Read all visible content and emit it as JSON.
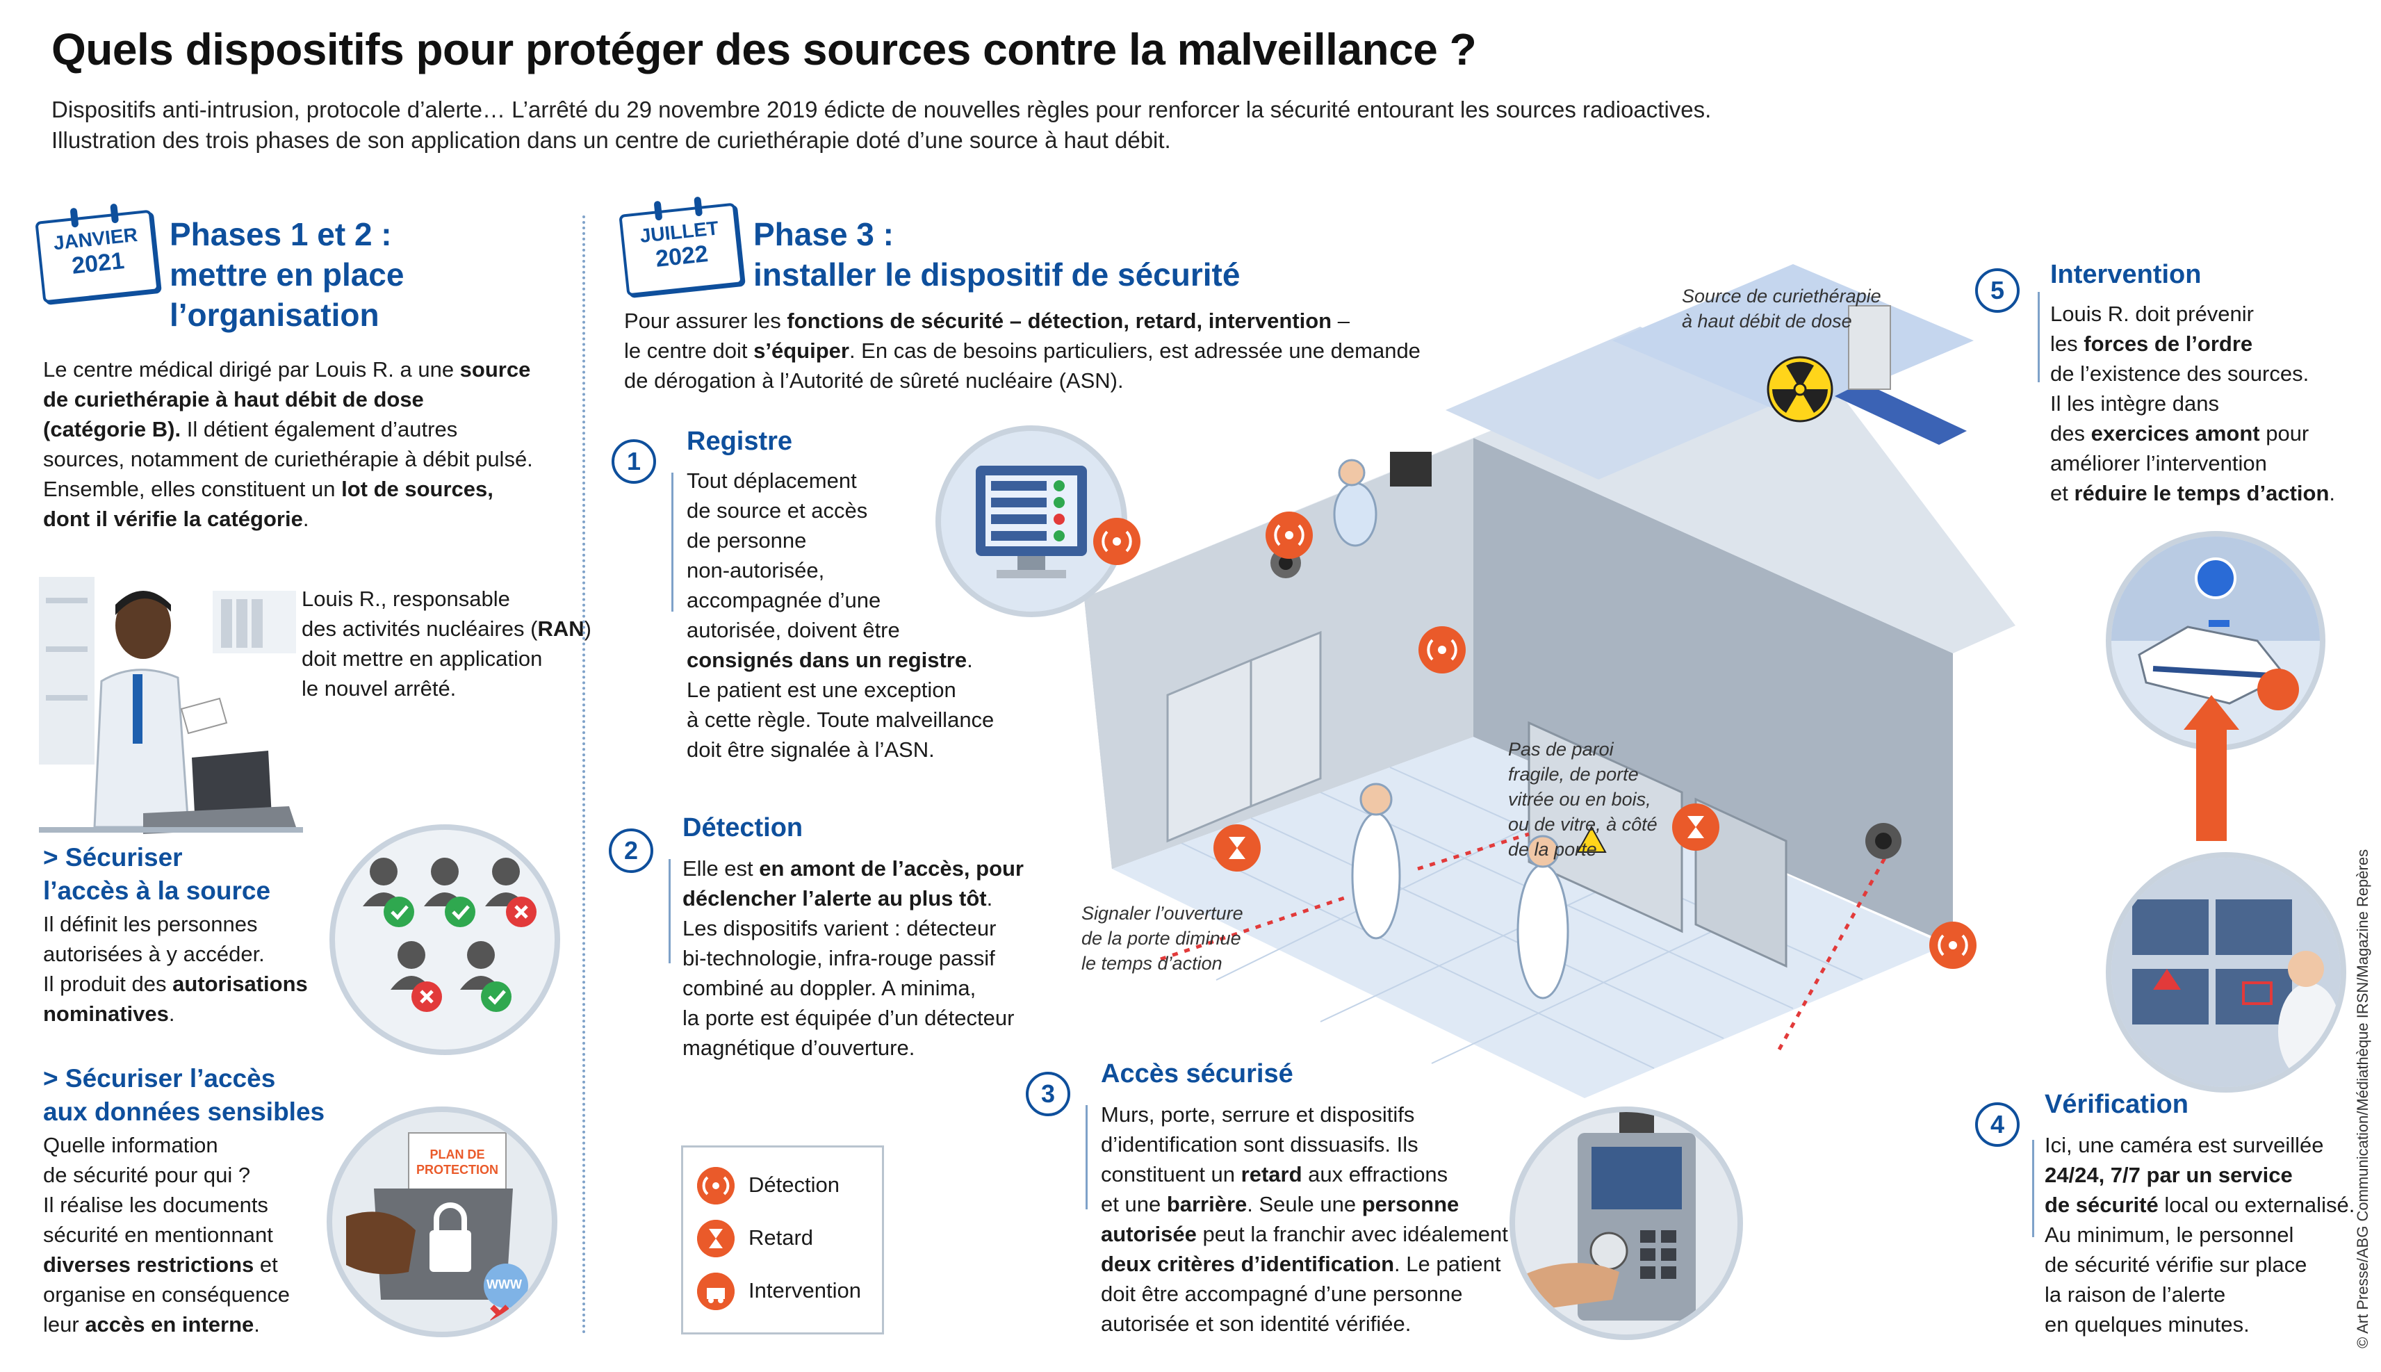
{
  "title": "Quels dispositifs pour protéger des sources contre la malveillance ?",
  "lead": {
    "line1": "Dispositifs anti-intrusion, protocole d’alerte… L’arrêté du 29 novembre 2019 édicte de nouvelles règles pour renforcer la sécurité entourant les sources radioactives.",
    "line2": "Illustration des trois phases de son application dans un centre de curiethérapie doté d’une source à haut débit."
  },
  "phase12": {
    "cal_month": "JANVIER",
    "cal_year": "2021",
    "heading": [
      "Phases 1 et 2 :",
      "mettre en place",
      "l’organisation"
    ],
    "intro": [
      [
        "Le centre médical dirigé par Louis R. a une ",
        "source"
      ],
      [
        "de curiethérapie à haut débit de dose"
      ],
      [
        "(catégorie B).",
        " Il détient également d’autres"
      ],
      [
        "sources, notamment de curiethérapie à débit pulsé."
      ],
      [
        "Ensemble, elles constituent un ",
        "lot de sources,"
      ],
      [
        "dont il vérifie la catégorie",
        "."
      ]
    ],
    "ran_text": [
      [
        "Louis R., responsable"
      ],
      [
        "des activités nucléaires (",
        "RAN",
        ")"
      ],
      [
        "doit mettre en application"
      ],
      [
        "le nouvel arrêté."
      ]
    ],
    "secure_access": {
      "heading": [
        "> Sécuriser",
        "l’accès à la source"
      ],
      "lines": [
        [
          "Il définit les personnes"
        ],
        [
          "autorisées à y accéder."
        ],
        [
          "Il produit des ",
          "autorisations"
        ],
        [
          "nominatives",
          "."
        ]
      ]
    },
    "secure_data": {
      "heading": [
        "> Sécuriser l’accès",
        "aux données sensibles"
      ],
      "lines": [
        [
          "Quelle information"
        ],
        [
          "de sécurité pour qui ?"
        ],
        [
          "Il réalise les documents"
        ],
        [
          "sécurité en mentionnant"
        ],
        [
          "diverses restrictions",
          " et"
        ],
        [
          "organise en conséquence"
        ],
        [
          "leur ",
          "accès en interne",
          "."
        ]
      ],
      "folder_label": [
        "PLAN DE",
        "PROTECTION"
      ],
      "www": "WWW"
    }
  },
  "phase3": {
    "cal_month": "JUILLET",
    "cal_year": "2022",
    "heading": [
      "Phase 3 :",
      "installer le dispositif de sécurité"
    ],
    "intro": [
      [
        "Pour assurer les ",
        "fonctions de sécurité – détection, retard, intervention",
        " –"
      ],
      [
        "le centre doit ",
        "s’équiper",
        ". En cas de besoins particuliers, est adressée une demande"
      ],
      [
        "de dérogation à l’Autorité de sûreté nucléaire (ASN)."
      ]
    ],
    "steps": [
      {
        "num": "1",
        "title": "Registre",
        "lines": [
          [
            "Tout déplacement"
          ],
          [
            "de source et accès"
          ],
          [
            "de personne"
          ],
          [
            "non-autorisée,"
          ],
          [
            "accompagnée d’une"
          ],
          [
            "autorisée, doivent être"
          ],
          [
            "consignés dans un registre",
            "."
          ],
          [
            "Le patient est une exception"
          ],
          [
            "à cette règle. Toute malveillance"
          ],
          [
            "doit être signalée à l’ASN."
          ]
        ]
      },
      {
        "num": "2",
        "title": "Détection",
        "lines": [
          [
            "Elle est ",
            "en amont de l’accès, pour"
          ],
          [
            "déclencher l’alerte au plus tôt",
            "."
          ],
          [
            "Les dispositifs varient : détecteur"
          ],
          [
            "bi-technologie, infra-rouge passif"
          ],
          [
            "combiné au doppler. A minima,"
          ],
          [
            "la porte est équipée d’un détecteur"
          ],
          [
            "magnétique d’ouverture."
          ]
        ]
      },
      {
        "num": "3",
        "title": "Accès sécurisé",
        "lines": [
          [
            "Murs, porte, serrure et dispositifs"
          ],
          [
            "d’identification sont dissuasifs. Ils"
          ],
          [
            "constituent un ",
            "retard",
            " aux effractions"
          ],
          [
            "et une ",
            "barrière",
            ". Seule une ",
            "personne"
          ],
          [
            "autorisée",
            " peut la franchir avec idéalement"
          ],
          [
            "deux critères d’identification",
            ". Le patient"
          ],
          [
            "doit être accompagné d’une personne"
          ],
          [
            "autorisée et son identité vérifiée."
          ]
        ]
      },
      {
        "num": "4",
        "title": "Vérification",
        "lines": [
          [
            "Ici, une caméra est surveillée"
          ],
          [
            "24/24, 7/7 par un service"
          ],
          [
            "de sécurité",
            " local ou externalisé."
          ],
          [
            "Au minimum, le personnel"
          ],
          [
            "de sécurité vérifie sur place"
          ],
          [
            "la raison de l’alerte"
          ],
          [
            "en quelques minutes."
          ]
        ]
      },
      {
        "num": "5",
        "title": "Intervention",
        "lines": [
          [
            "Louis R. doit prévenir"
          ],
          [
            "les ",
            "forces de l’ordre"
          ],
          [
            "de l’existence des sources."
          ],
          [
            "Il les intègre dans"
          ],
          [
            "des ",
            "exercices amont",
            " pour"
          ],
          [
            "améliorer l’intervention"
          ],
          [
            "et ",
            "réduire le temps d’action",
            "."
          ]
        ]
      }
    ],
    "annotations": {
      "source": [
        "Source de curiethérapie",
        "à haut débit de dose"
      ],
      "wall": [
        "Pas de paroi",
        "fragile, de porte",
        "vitrée ou en bois,",
        "ou de vitre, à côté",
        "de la porte"
      ],
      "signal": [
        "Signaler l’ouverture",
        "de la porte diminue",
        "le temps d’action"
      ]
    }
  },
  "legend": [
    {
      "label": "Détection",
      "icon": "detection-icon"
    },
    {
      "label": "Retard",
      "icon": "hourglass-icon"
    },
    {
      "label": "Intervention",
      "icon": "intervention-icon"
    }
  ],
  "credit": "© Art Presse/ABG Communication/Médiathèque IRSN/Magazine Repères",
  "colors": {
    "accent": "#0e4f9c",
    "alert": "#ea5a2a",
    "ok": "#2fa84f",
    "error": "#e23a3a"
  }
}
